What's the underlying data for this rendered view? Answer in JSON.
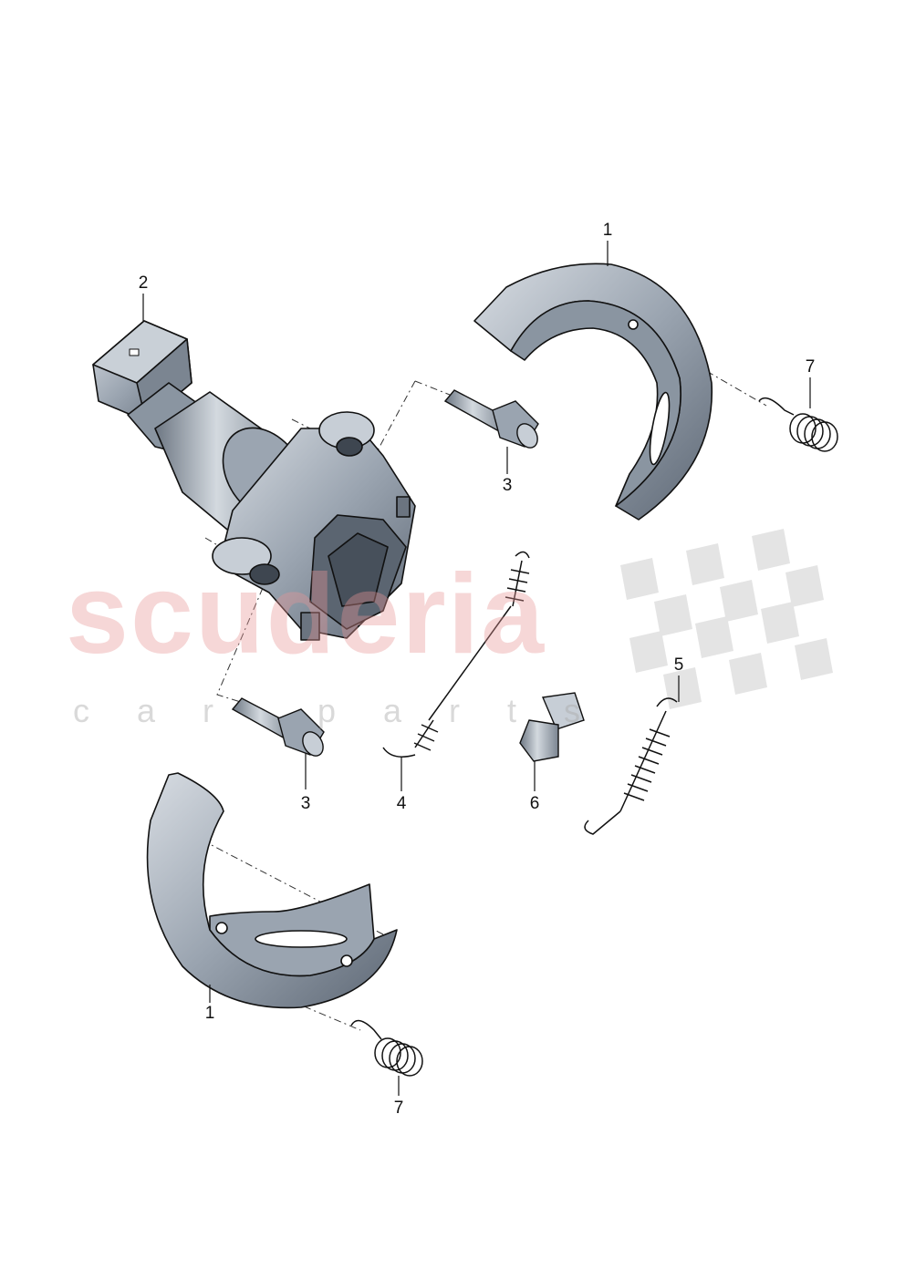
{
  "watermark": {
    "brand": "scuderia",
    "tagline": "car parts"
  },
  "callouts": {
    "brake_shoe_upper": "1",
    "brake_shoe_lower": "1",
    "actuator": "2",
    "bolt_upper": "3",
    "bolt_lower": "3",
    "spring_4": "4",
    "spring_5": "5",
    "adjuster": "6",
    "spring_7_upper": "7",
    "spring_7_lower": "7"
  },
  "colors": {
    "part_fill": "#8f9aa8",
    "part_light": "#c7ced6",
    "part_dark": "#4d5662",
    "outline": "#111111"
  }
}
